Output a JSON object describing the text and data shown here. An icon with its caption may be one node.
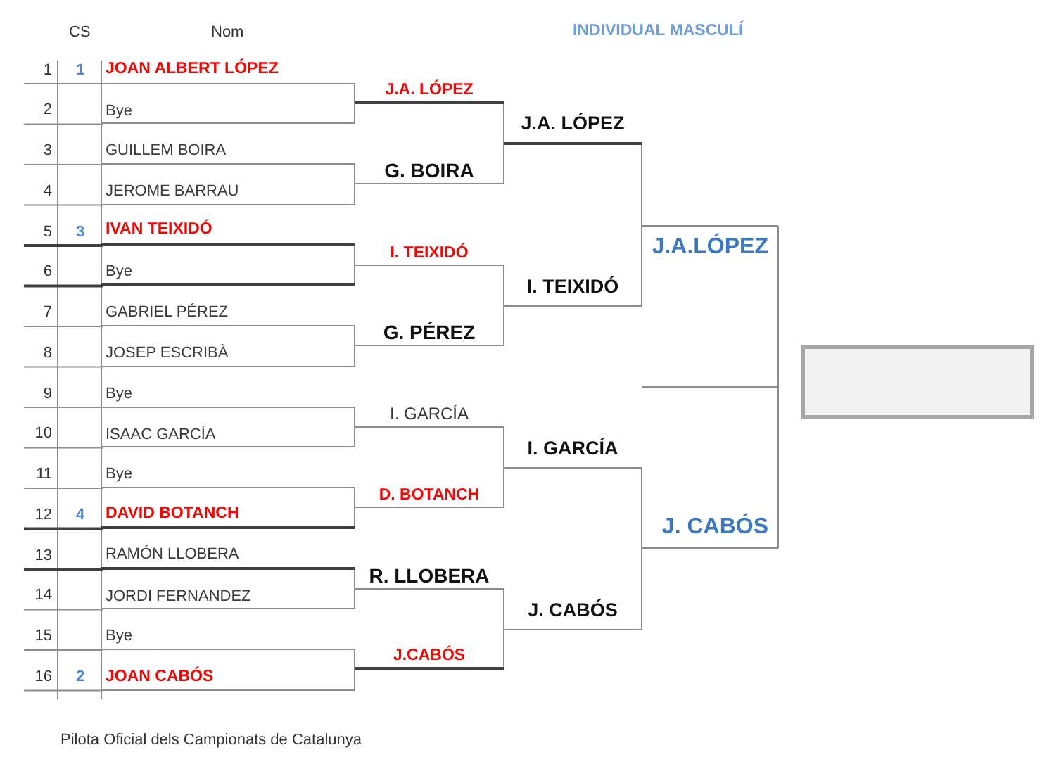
{
  "diagram": {
    "title": "INDIVIDUAL MASCULÍ",
    "caption": "Pilota Oficial dels Campionats de Catalunya",
    "nodes": [
      {
        "text": [
          "JOAN ALBERT LÓPEZ"
        ],
        "beside": [
          "1",
          "1"
        ]
      },
      {
        "text": [
          "Bye"
        ],
        "beside": [
          "2"
        ]
      },
      {
        "text": [
          "GUILLEM BOIRA"
        ],
        "beside": [
          "3"
        ]
      },
      {
        "text": [
          "JEROME BARRAU"
        ],
        "beside": [
          "4"
        ]
      },
      {
        "text": [
          "IVAN TEIXIDÓ"
        ],
        "beside": [
          "5",
          "3"
        ]
      },
      {
        "text": [
          "Bye"
        ],
        "beside": [
          "6"
        ]
      },
      {
        "text": [
          "GABRIEL PÉREZ"
        ],
        "beside": [
          "7"
        ]
      },
      {
        "text": [
          "JOSEP ESCRIBÀ"
        ],
        "beside": [
          "8"
        ]
      },
      {
        "text": [
          "Bye"
        ],
        "beside": [
          "9"
        ]
      },
      {
        "text": [
          "ISAAC GARCÍA"
        ],
        "beside": [
          "10"
        ]
      },
      {
        "text": [
          "Bye"
        ],
        "beside": [
          "11"
        ]
      },
      {
        "text": [
          "DAVID BOTANCH"
        ],
        "beside": [
          "12",
          "4"
        ]
      },
      {
        "text": [
          "RAMÓN LLOBERA"
        ],
        "beside": [
          "13"
        ]
      },
      {
        "text": [
          "JORDI FERNANDEZ"
        ],
        "beside": [
          "14"
        ]
      },
      {
        "text": [
          "Bye"
        ],
        "beside": [
          "15"
        ]
      },
      {
        "text": [
          "JOAN CABÓS"
        ],
        "beside": [
          "16",
          "2"
        ]
      },
      {
        "text": [
          "J.A. LÓPEZ"
        ]
      },
      {
        "text": [
          "G. BOIRA"
        ]
      },
      {
        "text": [
          "I. TEIXIDÓ"
        ]
      },
      {
        "text": [
          "G. PÉREZ"
        ]
      },
      {
        "text": [
          "I. GARCÍA"
        ]
      },
      {
        "text": [
          "D. BOTANCH"
        ]
      },
      {
        "text": [
          "R. LLOBERA"
        ]
      },
      {
        "text": [
          "J.CABÓS"
        ]
      },
      {
        "text": [
          "J.A. LÓPEZ"
        ]
      },
      {
        "text": [
          "I. TEIXIDÓ"
        ]
      },
      {
        "text": [
          "I. GARCÍA"
        ]
      },
      {
        "text": [
          "J. CABÓS"
        ]
      },
      {
        "text": [
          "J.A.LÓPEZ"
        ]
      },
      {
        "text": [
          "J. CABÓS"
        ]
      },
      {
        "text": [],
        "shape": "box"
      }
    ],
    "edges": [
      {
        "from": 0,
        "to": 16,
        "arrow": "none"
      },
      {
        "from": 1,
        "to": 16,
        "arrow": "none"
      },
      {
        "from": 2,
        "to": 17,
        "arrow": "none"
      },
      {
        "from": 3,
        "to": 17,
        "arrow": "none"
      },
      {
        "from": 4,
        "to": 18,
        "arrow": "none"
      },
      {
        "from": 5,
        "to": 18,
        "arrow": "none"
      },
      {
        "from": 6,
        "to": 19,
        "arrow": "none"
      },
      {
        "from": 7,
        "to": 19,
        "arrow": "none"
      },
      {
        "from": 8,
        "to": 20,
        "arrow": "none"
      },
      {
        "from": 9,
        "to": 20,
        "arrow": "none"
      },
      {
        "from": 10,
        "to": 21,
        "arrow": "none"
      },
      {
        "from": 11,
        "to": 21,
        "arrow": "none"
      },
      {
        "from": 12,
        "to": 22,
        "arrow": "none"
      },
      {
        "from": 13,
        "to": 22,
        "arrow": "none"
      },
      {
        "from": 14,
        "to": 23,
        "arrow": "none"
      },
      {
        "from": 15,
        "to": 23,
        "arrow": "none"
      },
      {
        "from": 16,
        "to": 24,
        "arrow": "none"
      },
      {
        "from": 17,
        "to": 24,
        "arrow": "none"
      },
      {
        "from": 18,
        "to": 25,
        "arrow": "none"
      },
      {
        "from": 19,
        "to": 25,
        "arrow": "none"
      },
      {
        "from": 20,
        "to": 26,
        "arrow": "none"
      },
      {
        "from": 21,
        "to": 26,
        "arrow": "none"
      },
      {
        "from": 22,
        "to": 27,
        "arrow": "none"
      },
      {
        "from": 23,
        "to": 27,
        "arrow": "none"
      },
      {
        "from": 24,
        "to": 28,
        "arrow": "none"
      },
      {
        "from": 25,
        "to": 28,
        "arrow": "none"
      },
      {
        "from": 26,
        "to": 29,
        "arrow": "none"
      },
      {
        "from": 27,
        "to": 29,
        "arrow": "none"
      },
      {
        "from": 28,
        "to": null,
        "arrow": "none"
      },
      {
        "from": 29,
        "to": null,
        "arrow": "none"
      }
    ],
    "labels": [
      "CS",
      "Nom"
    ]
  }
}
